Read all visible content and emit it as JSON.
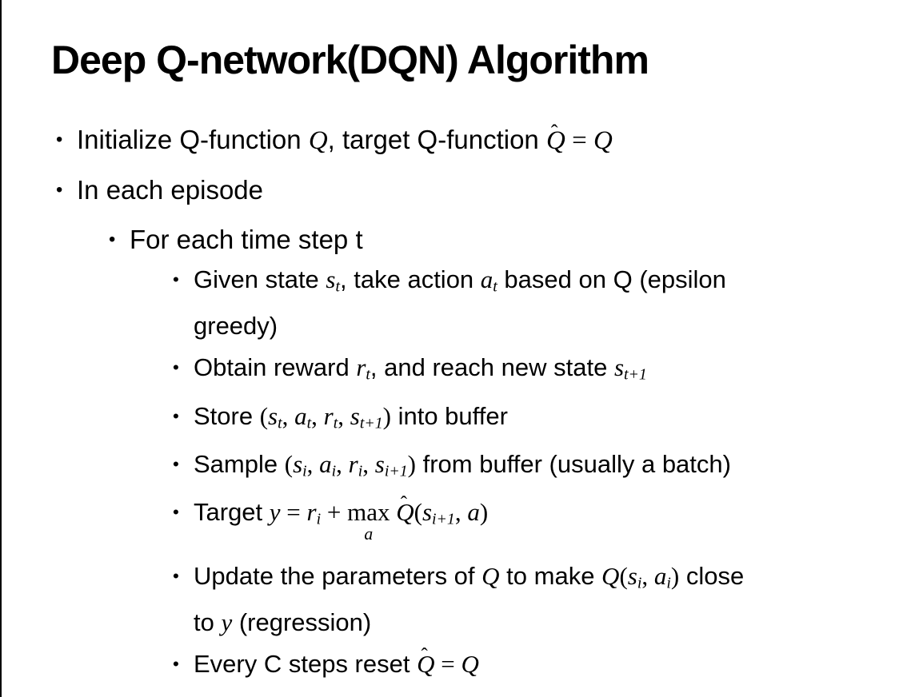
{
  "slide": {
    "title": "Deep Q-network(DQN) Algorithm",
    "bullet_glyph": "•",
    "colors": {
      "background": "#ffffff",
      "text": "#000000",
      "edge_bar": "#000000"
    },
    "bullets": [
      {
        "level": 1,
        "lines": [
          [
            {
              "k": "p",
              "t": "Initialize Q-function "
            },
            {
              "k": "v",
              "t": "Q"
            },
            {
              "k": "p",
              "t": ", target Q-function "
            },
            {
              "k": "hat",
              "t": "Q"
            },
            {
              "k": "o",
              "t": " = "
            },
            {
              "k": "v",
              "t": "Q"
            }
          ]
        ]
      },
      {
        "level": 1,
        "lines": [
          [
            {
              "k": "p",
              "t": "In each episode"
            }
          ]
        ]
      },
      {
        "level": 2,
        "lines": [
          [
            {
              "k": "p",
              "t": "For each time step t"
            }
          ]
        ]
      },
      {
        "level": 3,
        "lines": [
          [
            {
              "k": "p",
              "t": "Given state "
            },
            {
              "k": "v",
              "t": "s"
            },
            {
              "k": "sub",
              "t": "t"
            },
            {
              "k": "p",
              "t": ", take action "
            },
            {
              "k": "v",
              "t": "a"
            },
            {
              "k": "sub",
              "t": "t"
            },
            {
              "k": "p",
              "t": " based on Q (epsilon"
            }
          ],
          [
            {
              "k": "p",
              "t": "greedy)"
            }
          ]
        ]
      },
      {
        "level": 3,
        "lines": [
          [
            {
              "k": "p",
              "t": "Obtain reward "
            },
            {
              "k": "v",
              "t": "r"
            },
            {
              "k": "sub",
              "t": "t"
            },
            {
              "k": "p",
              "t": ", and reach new state "
            },
            {
              "k": "v",
              "t": "s"
            },
            {
              "k": "sub",
              "t": "t+1"
            }
          ]
        ]
      },
      {
        "level": 3,
        "lines": [
          [
            {
              "k": "p",
              "t": "Store "
            },
            {
              "k": "o",
              "t": "("
            },
            {
              "k": "v",
              "t": "s"
            },
            {
              "k": "sub",
              "t": "t"
            },
            {
              "k": "o",
              "t": ", "
            },
            {
              "k": "v",
              "t": "a"
            },
            {
              "k": "sub",
              "t": "t"
            },
            {
              "k": "o",
              "t": ", "
            },
            {
              "k": "v",
              "t": "r"
            },
            {
              "k": "sub",
              "t": "t"
            },
            {
              "k": "o",
              "t": ", "
            },
            {
              "k": "v",
              "t": "s"
            },
            {
              "k": "sub",
              "t": "t+1"
            },
            {
              "k": "o",
              "t": ")"
            },
            {
              "k": "p",
              "t": " into buffer"
            }
          ]
        ]
      },
      {
        "level": 3,
        "lines": [
          [
            {
              "k": "p",
              "t": "Sample "
            },
            {
              "k": "o",
              "t": "("
            },
            {
              "k": "v",
              "t": "s"
            },
            {
              "k": "sub",
              "t": "i"
            },
            {
              "k": "o",
              "t": ", "
            },
            {
              "k": "v",
              "t": "a"
            },
            {
              "k": "sub",
              "t": "i"
            },
            {
              "k": "o",
              "t": ", "
            },
            {
              "k": "v",
              "t": "r"
            },
            {
              "k": "sub",
              "t": "i"
            },
            {
              "k": "o",
              "t": ", "
            },
            {
              "k": "v",
              "t": "s"
            },
            {
              "k": "sub",
              "t": "i+1"
            },
            {
              "k": "o",
              "t": ")"
            },
            {
              "k": "p",
              "t": " from buffer (usually a batch)"
            }
          ]
        ]
      },
      {
        "level": 3,
        "lines": [
          [
            {
              "k": "p",
              "t": "Target "
            },
            {
              "k": "v",
              "t": "y"
            },
            {
              "k": "o",
              "t": " = "
            },
            {
              "k": "v",
              "t": "r"
            },
            {
              "k": "sub",
              "t": "i"
            },
            {
              "k": "o",
              "t": " + "
            },
            {
              "k": "max",
              "t": "max",
              "u": "a"
            },
            {
              "k": "o",
              "t": " "
            },
            {
              "k": "hat",
              "t": "Q"
            },
            {
              "k": "o",
              "t": "("
            },
            {
              "k": "v",
              "t": "s"
            },
            {
              "k": "sub",
              "t": "i+1"
            },
            {
              "k": "o",
              "t": ", "
            },
            {
              "k": "v",
              "t": "a"
            },
            {
              "k": "o",
              "t": ")"
            }
          ]
        ]
      },
      {
        "level": 3,
        "lines": [
          [
            {
              "k": "p",
              "t": "Update the parameters of "
            },
            {
              "k": "v",
              "t": "Q"
            },
            {
              "k": "p",
              "t": " to make "
            },
            {
              "k": "v",
              "t": "Q"
            },
            {
              "k": "o",
              "t": "("
            },
            {
              "k": "v",
              "t": "s"
            },
            {
              "k": "sub",
              "t": "i"
            },
            {
              "k": "o",
              "t": ", "
            },
            {
              "k": "v",
              "t": "a"
            },
            {
              "k": "sub",
              "t": "i"
            },
            {
              "k": "o",
              "t": ")"
            },
            {
              "k": "p",
              "t": " close"
            }
          ],
          [
            {
              "k": "p",
              "t": "to "
            },
            {
              "k": "v",
              "t": "y"
            },
            {
              "k": "p",
              "t": " (regression)"
            }
          ]
        ]
      },
      {
        "level": 3,
        "lines": [
          [
            {
              "k": "p",
              "t": "Every C steps reset "
            },
            {
              "k": "hat",
              "t": "Q"
            },
            {
              "k": "o",
              "t": " = "
            },
            {
              "k": "v",
              "t": "Q"
            }
          ]
        ]
      }
    ]
  }
}
